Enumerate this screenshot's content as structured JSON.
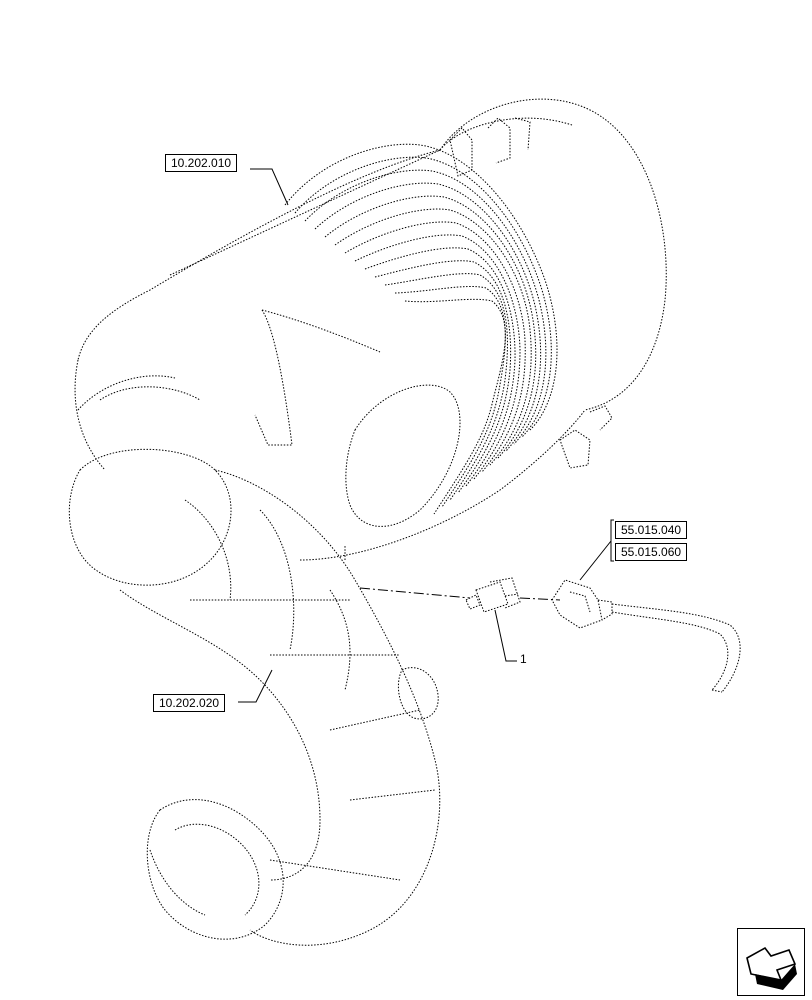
{
  "references": {
    "housing": "10.202.010",
    "duct": "10.202.020",
    "connector_a": "55.015.040",
    "connector_b": "55.015.060"
  },
  "callouts": {
    "sensor": "1"
  },
  "navigation": {
    "icon": "next-page-arrow-icon"
  },
  "colors": {
    "line": "#000000",
    "background": "#ffffff"
  }
}
